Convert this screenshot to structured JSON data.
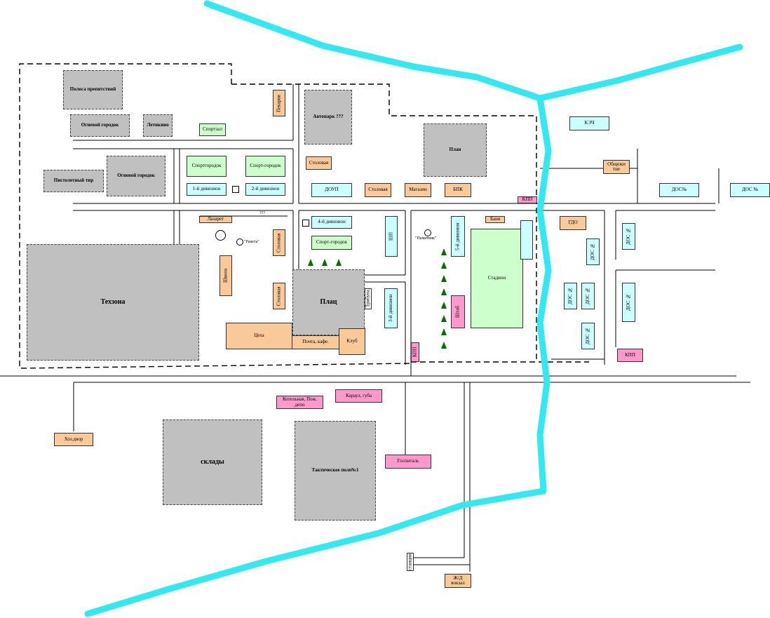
{
  "colors": {
    "river": "#33e8f0",
    "gray": "#c0c0c0",
    "orange": "#f9c999",
    "green": "#ccffcc",
    "cyan": "#ccffff",
    "pink": "#ff99cc"
  },
  "labels": {
    "polosa": "Полоса препятствий",
    "ognevoy1": "Огневой городок",
    "letkino": "Летнкино",
    "ognevoy2": "Огневой городок",
    "pistol": "Пистолетный тир",
    "texzona": "Техзона",
    "avtopark": "Автопарк ???",
    "plan_top": "План",
    "plats": "Плац",
    "sklady": "склады",
    "tactical": "Тактическое поле№1",
    "sportzal": "Спортзал",
    "sportgorodok1": "Спортгородок",
    "sportgorodok2": "Спорт-городок",
    "sportgorodok3": "Спорт-городок",
    "div1": "1-й дивизион",
    "div2": "2-й дивизион",
    "div3": "3-й дивизион",
    "div4": "4-й дивизион",
    "div5": "5-й дивизион",
    "doup": "ДОУП",
    "kech": "КЭЧ",
    "dos1": "ДОС№",
    "dos2": "ДОС №",
    "dos3": "ДОС №",
    "dos4": "ДОС №",
    "dos5": "ДОС №",
    "dos6": "ДОС №",
    "dos7": "ДОС №",
    "dos8": "ДОС №",
    "pekarnya": "Пекарня",
    "stolovaya1": "Столовая",
    "stolovaya2": "Столовая",
    "stolovaya3": "Столовая",
    "stolovaya4": "Столовая",
    "magazin": "Магазин",
    "bpk": "БПК",
    "obshchezhitie": "Общежи тие",
    "gdo": "ГДО",
    "lazaret": "Лазарет",
    "shkola": "Школа",
    "banya": "Баня",
    "tsekhy": "Цеха",
    "pochta": "Почта, кафе.",
    "klub": "Клуб",
    "holdvor": "Хоз.двор",
    "zhd": "Ж/Д вокзал",
    "stadion": "Стадион",
    "kpp1": "КПП",
    "kpp2": "КПП",
    "kpp3": "КПП",
    "kotelnaya": "Котельная, Пож. депо",
    "karaul": "Караул, губа",
    "gospital": "Госпиталь",
    "shtab": "Штаб",
    "shp": "ШП",
    "tribuna": "Трибуна",
    "raketa": "\"Ракета\"",
    "pamyatnik": "\"Памятник\"",
    "qqq": "???",
    "station_small": "станция"
  }
}
